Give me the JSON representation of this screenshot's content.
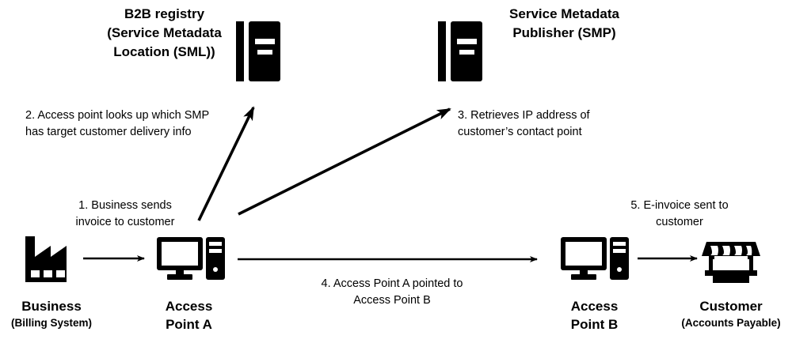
{
  "diagram": {
    "title_text": "",
    "background_color": "#ffffff",
    "ink_color": "#000000",
    "nodes": [
      {
        "id": "b2b-registry",
        "title": "B2B registry\n(Service Metadata\nLocation (SML))",
        "icon": "server-icon"
      },
      {
        "id": "smp",
        "title": "Service Metadata\nPublisher (SMP)",
        "icon": "server-icon"
      },
      {
        "id": "business",
        "label_main": "Business",
        "label_sub": "(Billing System)",
        "icon": "factory-icon"
      },
      {
        "id": "access-point-a",
        "label_main": "Access",
        "label_sub2": "Point A",
        "icon": "computer-icon"
      },
      {
        "id": "access-point-b",
        "label_main": "Access",
        "label_sub2": "Point B",
        "icon": "computer-icon"
      },
      {
        "id": "customer",
        "label_main": "Customer",
        "label_sub": "(Accounts Payable)",
        "icon": "shop-icon"
      }
    ],
    "steps": [
      {
        "number": "1",
        "text": "1. Business sends\ninvoice to customer"
      },
      {
        "number": "2",
        "text": "2. Access point looks up which SMP\n has target customer delivery info"
      },
      {
        "number": "3",
        "text": "3. Retrieves IP address of\ncustomer’s contact point"
      },
      {
        "number": "4",
        "text": "4. Access Point A pointed to\nAccess Point B"
      },
      {
        "number": "5",
        "text": "5. E-invoice sent to\ncustomer"
      }
    ],
    "labels": {
      "business_main": "Business",
      "business_sub": "(Billing System)",
      "ap_a_line1": "Access",
      "ap_a_line2": "Point A",
      "ap_b_line1": "Access",
      "ap_b_line2": "Point B",
      "customer_main": "Customer",
      "customer_sub": "(Accounts Payable)",
      "registry_title": "B2B registry\n(Service Metadata\nLocation (SML))",
      "smp_title": "Service Metadata\nPublisher (SMP)"
    }
  }
}
